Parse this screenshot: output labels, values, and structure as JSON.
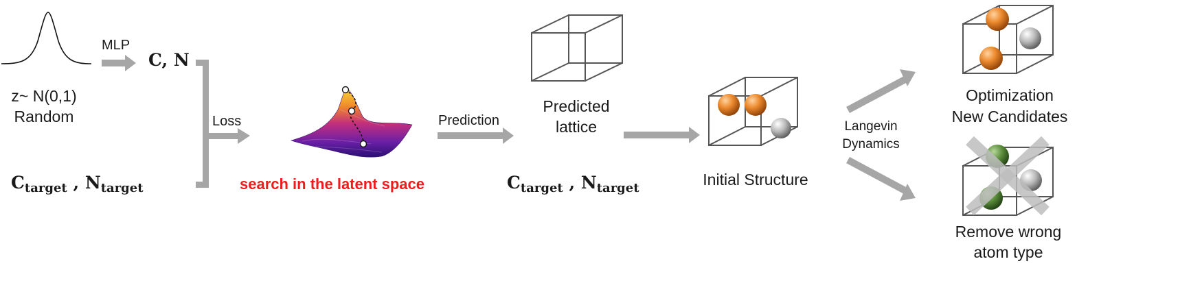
{
  "labels": {
    "mlp": "MLP",
    "z_dist": "z~ N(0,1)",
    "random": "Random",
    "c_n": "C, N",
    "c": "C",
    "n": "N",
    "target": "target",
    "loss": "Loss",
    "search": "search in the latent space",
    "prediction": "Prediction",
    "predicted_line1": "Predicted",
    "predicted_line2": "lattice",
    "initial_structure": "Initial Structure",
    "langevin_line1": "Langevin",
    "langevin_line2": "Dynamics",
    "optimization_line1": "Optimization",
    "optimization_line2": "New Candidates",
    "remove_line1": "Remove wrong",
    "remove_line2": "atom type"
  },
  "colors": {
    "arrow": "#a6a6a6",
    "text": "#1a1a1a",
    "highlight": "#ee1c1c",
    "atom_orange": "#e07a20",
    "atom_gray": "#a9a9a9",
    "atom_green": "#4f7f35",
    "cross": "#bdbdbd"
  }
}
